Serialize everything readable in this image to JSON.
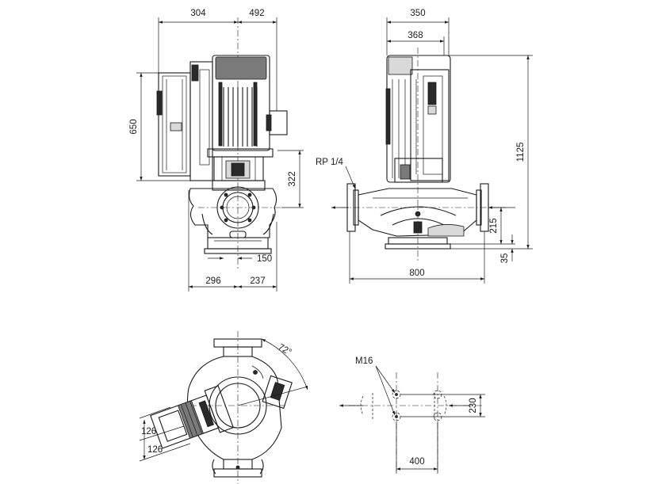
{
  "side_view": {
    "dim_top_left": "304",
    "dim_top_right": "492",
    "dim_height": "650",
    "dim_center_height": "322",
    "dim_base_offset": "150",
    "dim_bottom_left": "296",
    "dim_bottom_right": "237"
  },
  "front_view": {
    "dim_width": "350",
    "dim_width_inner": "368",
    "dim_total_height": "1125",
    "dim_port_height": "215",
    "dim_foot_height": "35",
    "dim_length": "800",
    "port_label": "RP 1/4"
  },
  "top_view": {
    "angle_label": "72°",
    "dim_a": "126",
    "dim_b": "126"
  },
  "foundation_view": {
    "bolt_label": "M16",
    "dim_width": "230",
    "dim_length": "400"
  }
}
